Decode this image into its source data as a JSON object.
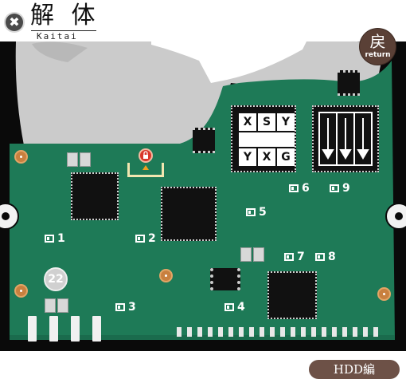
{
  "header": {
    "close_symbol": "✖",
    "title": "解 体",
    "subtitle": "Kaitai"
  },
  "return_button": {
    "kanji": "戻",
    "label": "return"
  },
  "puzzle_grid_1": {
    "cells": [
      "X",
      "S",
      "Y",
      "Y",
      "X",
      "G"
    ]
  },
  "puzzle_grid_2": {
    "arrow_columns": 3
  },
  "lock_icon_color": "#d9362b",
  "screw_number": "22",
  "component_labels": {
    "l1": "1",
    "l2": "2",
    "l3": "3",
    "l4": "4",
    "l5": "5",
    "l6": "6",
    "l7": "7",
    "l8": "8",
    "l9": "9"
  },
  "footer": {
    "button_label": "HDD編"
  },
  "colors": {
    "pcb_green": "#1e7a57",
    "platter_gray": "#cbcbcb",
    "screw_copper": "#c8803f",
    "footer_brown": "#6d5147"
  }
}
